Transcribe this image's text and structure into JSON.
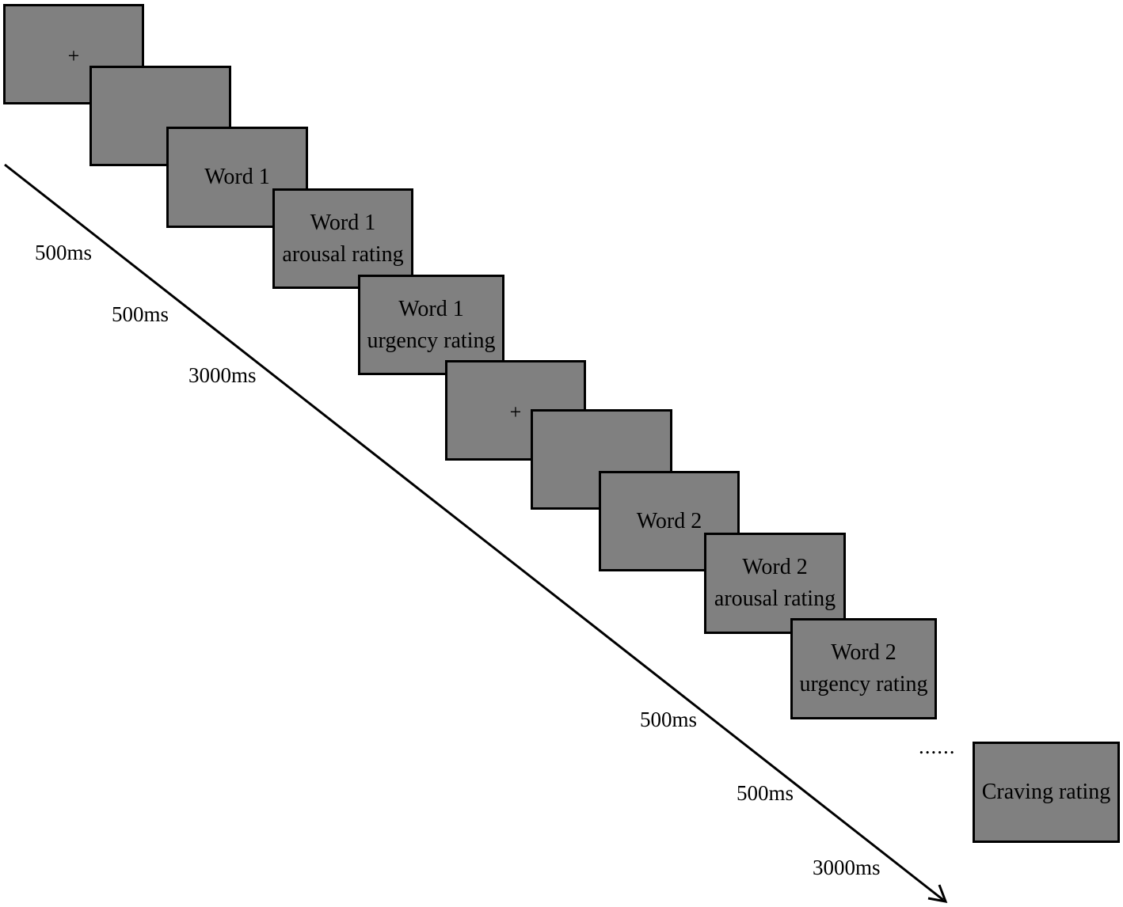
{
  "colors": {
    "screen_fill": "#808080",
    "screen_border": "#000000",
    "arrow": "#000000"
  },
  "screens": [
    {
      "lines": [
        "+"
      ]
    },
    {
      "lines": []
    },
    {
      "lines": [
        "Word 1"
      ]
    },
    {
      "lines": [
        "Word 1",
        "arousal rating"
      ]
    },
    {
      "lines": [
        "Word 1",
        "urgency rating"
      ]
    },
    {
      "lines": [
        "+"
      ]
    },
    {
      "lines": []
    },
    {
      "lines": [
        "Word 2"
      ]
    },
    {
      "lines": [
        "Word 2",
        "arousal rating"
      ]
    },
    {
      "lines": [
        "Word 2",
        "urgency rating"
      ]
    },
    {
      "lines": [
        "Craving rating"
      ]
    }
  ],
  "timings": [
    "500ms",
    "500ms",
    "3000ms",
    "500ms",
    "500ms",
    "3000ms"
  ],
  "ellipsis": "......",
  "timeline": {
    "direction": "time-flows-down-right",
    "arrowhead": "end"
  }
}
